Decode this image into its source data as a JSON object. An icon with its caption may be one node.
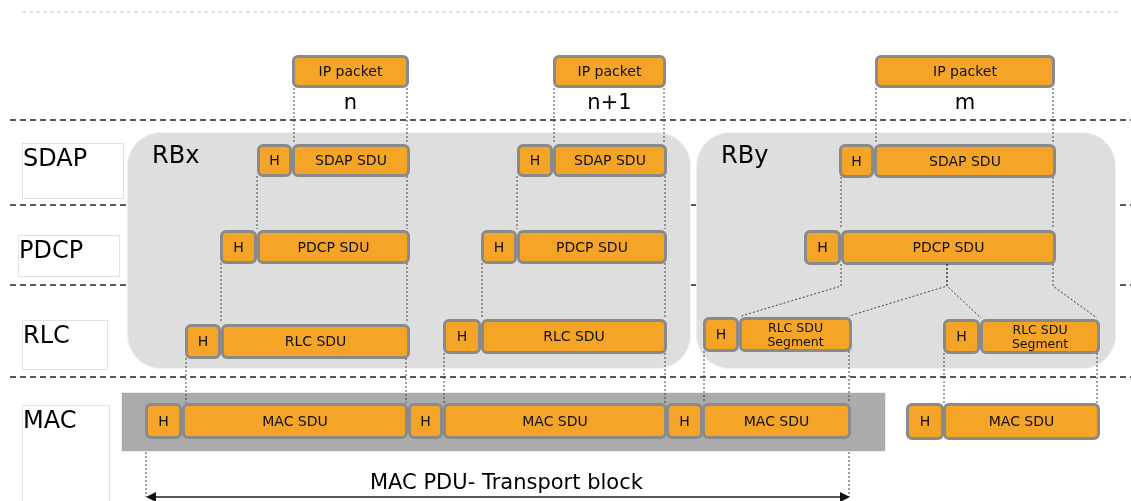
{
  "diagram": {
    "nodes": [
      {
        "text": [
          "IP packet"
        ],
        "beside": [
          "n"
        ]
      },
      {
        "text": [
          "IP packet"
        ],
        "beside": [
          "n+1"
        ]
      },
      {
        "text": [
          "IP packet"
        ],
        "beside": [
          "m"
        ]
      },
      {
        "text": [
          "SDAP"
        ]
      },
      {
        "text": [
          "RBx"
        ]
      },
      {
        "text": [
          "H"
        ],
        "in": 4
      },
      {
        "text": [
          "SDAP SDU"
        ],
        "in": 4
      },
      {
        "text": [
          "H"
        ],
        "in": 4
      },
      {
        "text": [
          "SDAP SDU"
        ],
        "in": 4
      },
      {
        "text": [
          "H"
        ],
        "in": 4
      },
      {
        "text": [
          "PDCP SDU"
        ],
        "in": 4
      },
      {
        "text": [
          "H"
        ],
        "in": 4
      },
      {
        "text": [
          "PDCP SDU"
        ],
        "in": 4
      },
      {
        "text": [
          "H"
        ],
        "in": 4
      },
      {
        "text": [
          "RLC SDU"
        ],
        "in": 4
      },
      {
        "text": [
          "H"
        ],
        "in": 4
      },
      {
        "text": [
          "RLC SDU"
        ],
        "in": 4
      },
      {
        "text": [
          "RBy"
        ]
      },
      {
        "text": [
          "H"
        ],
        "in": 17
      },
      {
        "text": [
          "SDAP SDU"
        ],
        "in": 17
      },
      {
        "text": [
          "H"
        ],
        "in": 17
      },
      {
        "text": [
          "PDCP SDU"
        ],
        "in": 17
      },
      {
        "text": [
          "H"
        ],
        "in": 17
      },
      {
        "text": [
          "RLC SDU Segment"
        ],
        "in": 17
      },
      {
        "text": [
          "H"
        ],
        "in": 17
      },
      {
        "text": [
          "RLC SDU Segment"
        ],
        "in": 17
      },
      {
        "text": [
          "PDCP"
        ]
      },
      {
        "text": [
          "RLC"
        ]
      },
      {
        "text": [
          "MAC"
        ]
      },
      {
        "text": [],
        "shape": "bar"
      },
      {
        "text": [
          "H"
        ],
        "in": 29
      },
      {
        "text": [
          "MAC SDU"
        ],
        "in": 29
      },
      {
        "text": [
          "H"
        ],
        "in": 29
      },
      {
        "text": [
          "MAC SDU"
        ],
        "in": 29
      },
      {
        "text": [
          "H"
        ],
        "in": 29
      },
      {
        "text": [
          "MAC SDU"
        ],
        "in": 29
      },
      {
        "text": [
          "H"
        ]
      },
      {
        "text": [
          "MAC SDU"
        ]
      }
    ],
    "edges": [
      {
        "from": 0,
        "to": 6,
        "arrow": "none",
        "style": "dashed"
      },
      {
        "from": 0,
        "to": 6,
        "arrow": "none",
        "style": "dashed"
      },
      {
        "from": 1,
        "to": 8,
        "arrow": "none",
        "style": "dashed"
      },
      {
        "from": 1,
        "to": 8,
        "arrow": "none",
        "style": "dashed"
      },
      {
        "from": 2,
        "to": 19,
        "arrow": "none",
        "style": "dashed"
      },
      {
        "from": 2,
        "to": 19,
        "arrow": "none",
        "style": "dashed"
      },
      {
        "from": 5,
        "to": 10,
        "arrow": "none",
        "style": "dashed"
      },
      {
        "from": 6,
        "to": 10,
        "arrow": "none",
        "style": "dashed"
      },
      {
        "from": 7,
        "to": 12,
        "arrow": "none",
        "style": "dashed"
      },
      {
        "from": 8,
        "to": 12,
        "arrow": "none",
        "style": "dashed"
      },
      {
        "from": 18,
        "to": 21,
        "arrow": "none",
        "style": "dashed"
      },
      {
        "from": 19,
        "to": 21,
        "arrow": "none",
        "style": "dashed"
      },
      {
        "from": 9,
        "to": 14,
        "arrow": "none",
        "style": "dashed"
      },
      {
        "from": 10,
        "to": 14,
        "arrow": "none",
        "style": "dashed"
      },
      {
        "from": 11,
        "to": 16,
        "arrow": "none",
        "style": "dashed"
      },
      {
        "from": 12,
        "to": 16,
        "arrow": "none",
        "style": "dashed"
      },
      {
        "from": 21,
        "to": 23,
        "arrow": "none",
        "style": "dashed"
      },
      {
        "from": 21,
        "to": 23,
        "arrow": "none",
        "style": "dashed"
      },
      {
        "from": 21,
        "to": 25,
        "arrow": "none",
        "style": "dashed"
      },
      {
        "from": 21,
        "to": 25,
        "arrow": "none",
        "style": "dashed"
      },
      {
        "from": 13,
        "to": 31,
        "arrow": "none",
        "style": "dashed"
      },
      {
        "from": 14,
        "to": 31,
        "arrow": "none",
        "style": "dashed"
      },
      {
        "from": 15,
        "to": 33,
        "arrow": "none",
        "style": "dashed"
      },
      {
        "from": 16,
        "to": 33,
        "arrow": "none",
        "style": "dashed"
      },
      {
        "from": 22,
        "to": 35,
        "arrow": "none",
        "style": "dashed"
      },
      {
        "from": 23,
        "to": 35,
        "arrow": "none",
        "style": "dashed"
      },
      {
        "from": 24,
        "to": 37,
        "arrow": "none",
        "style": "dashed"
      },
      {
        "from": 25,
        "to": 37,
        "arrow": "none",
        "style": "dashed"
      }
    ],
    "labels": [
      "MAC PDU- Transport block"
    ]
  }
}
